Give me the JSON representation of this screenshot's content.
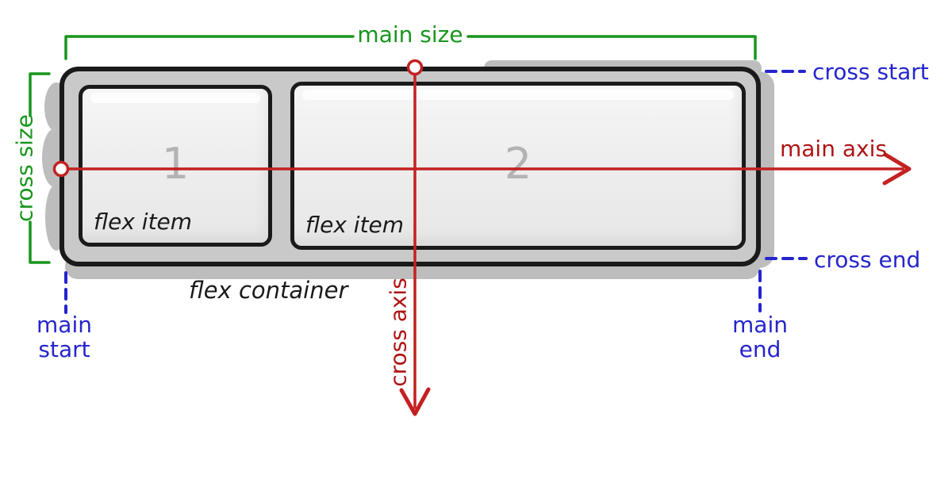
{
  "annotations": {
    "main_size": "main size",
    "cross_size": "cross size",
    "cross_start": "cross start",
    "cross_end": "cross end",
    "main_start": {
      "line1": "main",
      "line2": "start"
    },
    "main_end": {
      "line1": "main",
      "line2": "end"
    },
    "main_axis": "main axis",
    "cross_axis": "cross axis"
  },
  "flex_container": {
    "label": "flex container",
    "items": [
      {
        "number": "1",
        "label": "flex item"
      },
      {
        "number": "2",
        "label": "flex item"
      }
    ]
  },
  "colors": {
    "annotation_green": "#18961d",
    "annotation_blue": "#2525cd",
    "axis_red": "#c32121",
    "axis_label_red": "#ae1414",
    "container_fill": "#c9c9c9",
    "item_number_gray": "#b3b3b3",
    "outline_ink": "#1a1a1a",
    "shadow_gray": "#bdbdbd"
  }
}
